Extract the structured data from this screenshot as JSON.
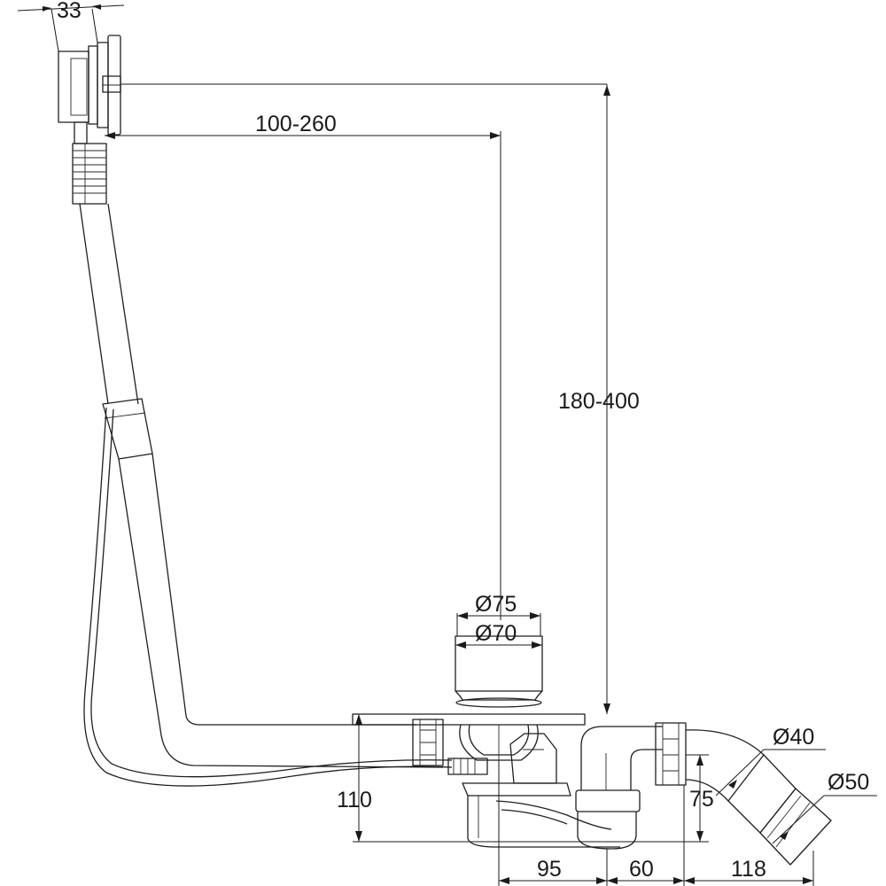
{
  "dimensions": {
    "overflow_depth": "33",
    "horizontal_reach": "100-260",
    "vertical_reach": "180-400",
    "waste_outer_diameter": "Ø75",
    "waste_inner_diameter": "Ø70",
    "trap_outlet_diameter_small": "Ø40",
    "trap_outlet_diameter_large": "Ø50",
    "trap_height": "110",
    "outlet_height": "75",
    "offset_waste_to_trap": "95",
    "offset_trap_to_outlet": "60",
    "outlet_length": "118"
  }
}
